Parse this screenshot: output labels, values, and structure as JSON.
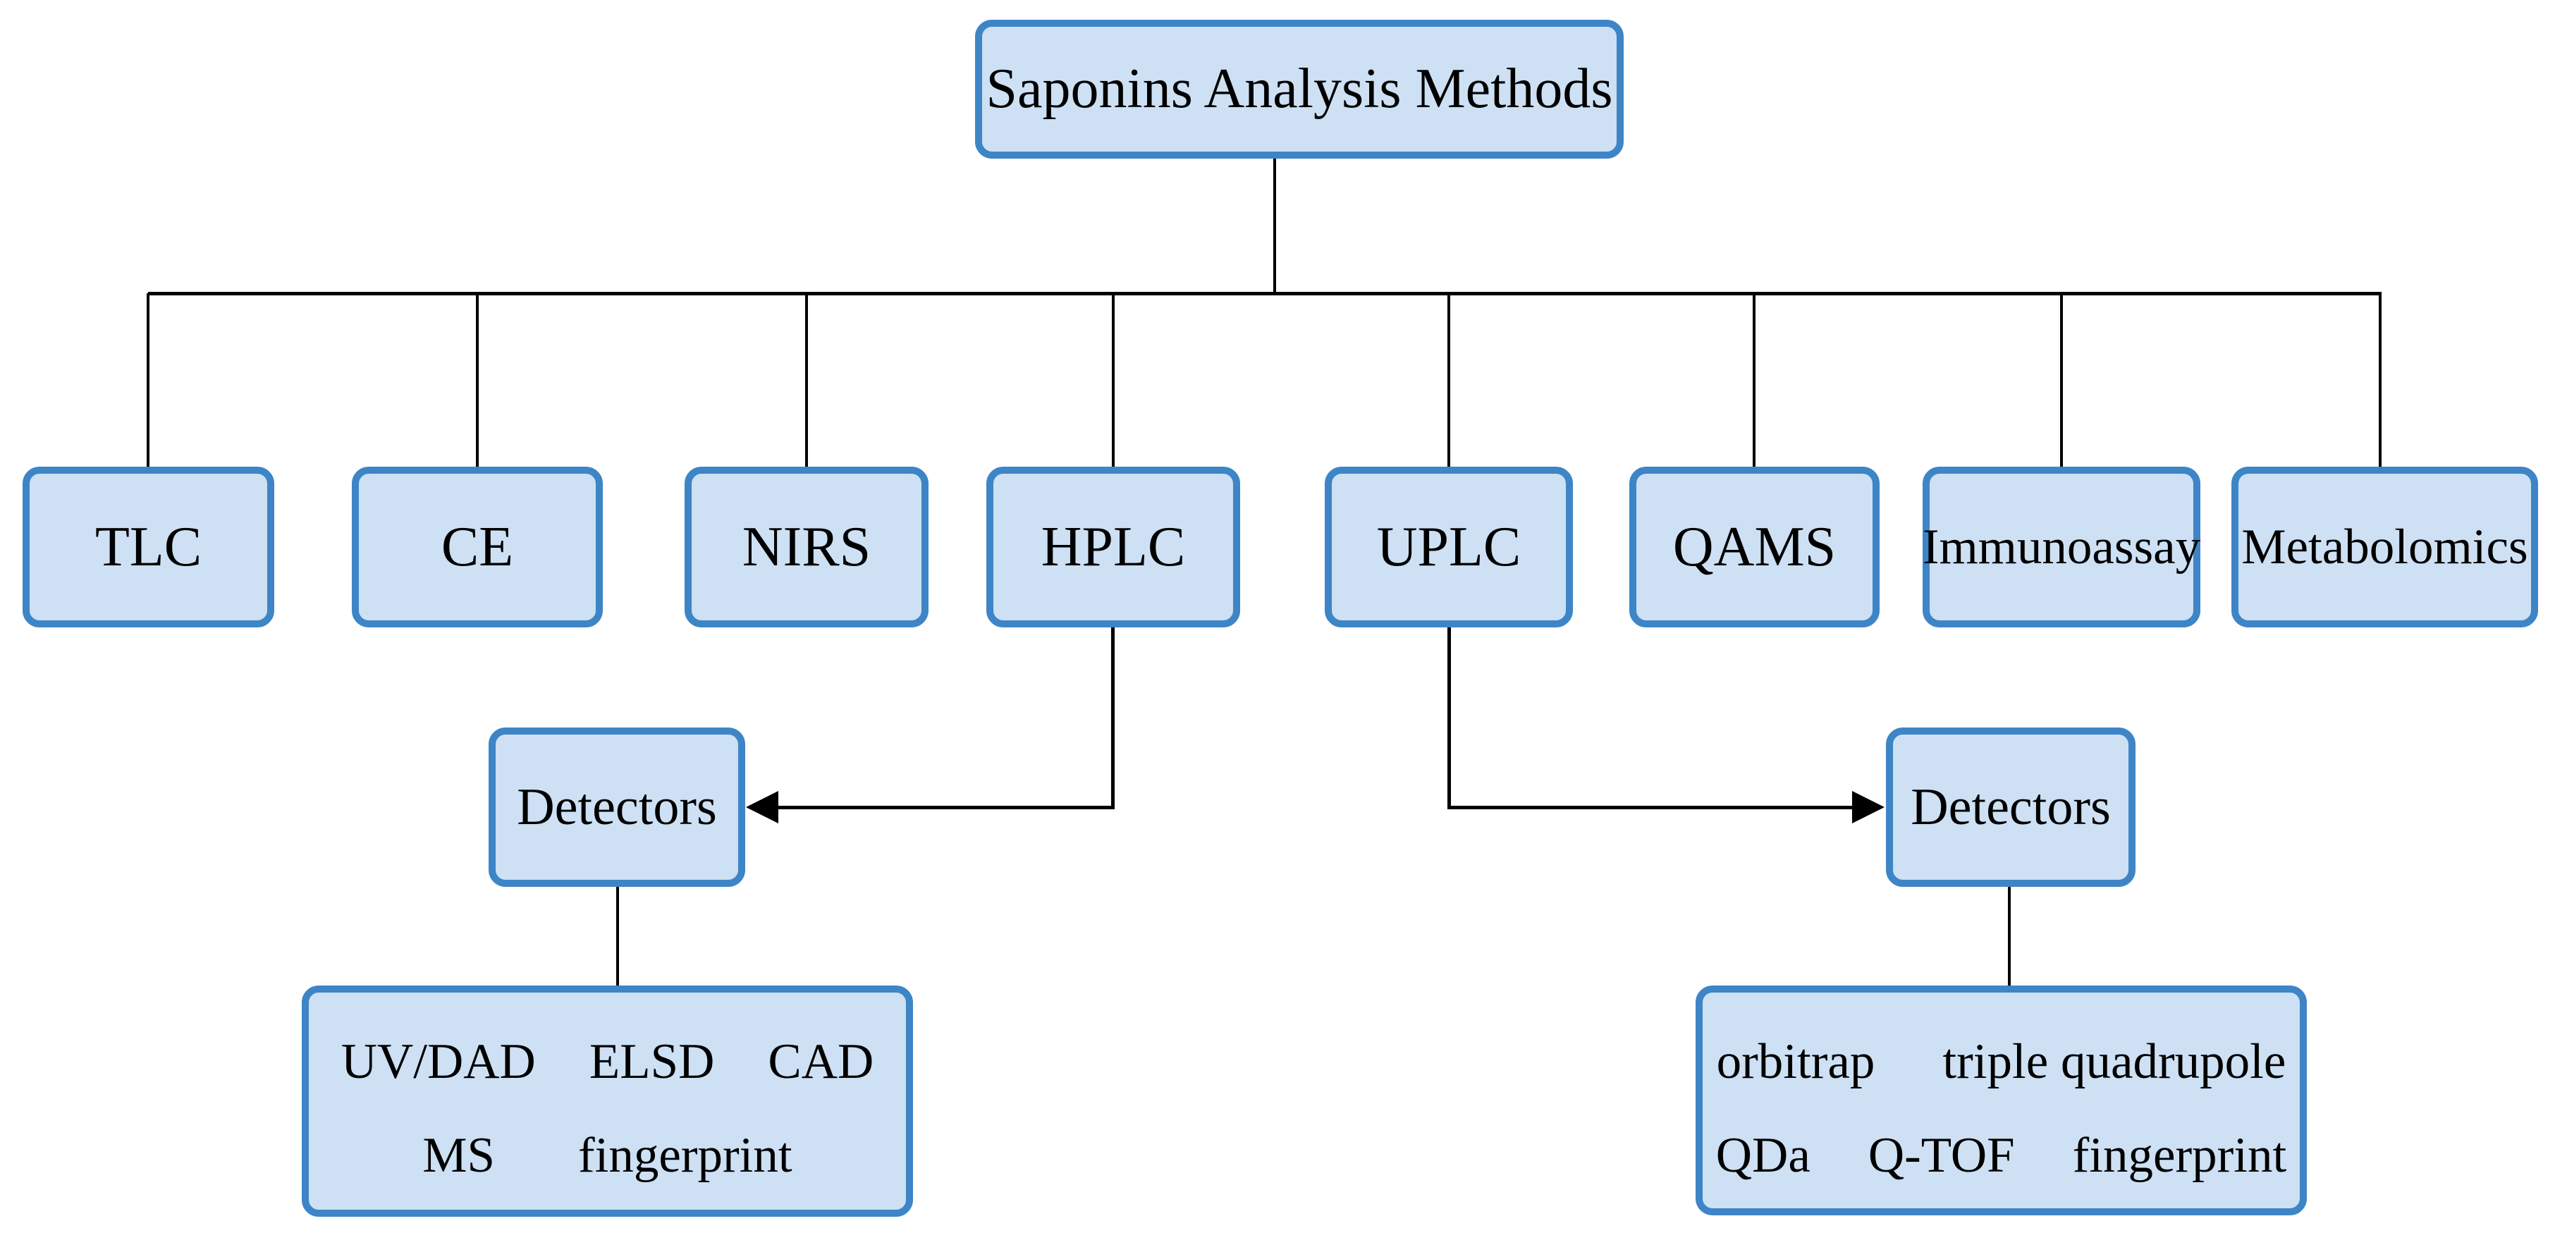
{
  "diagram": {
    "title": "Saponins Analysis Methods",
    "methods": [
      {
        "label": "TLC"
      },
      {
        "label": "CE"
      },
      {
        "label": "NIRS"
      },
      {
        "label": "HPLC"
      },
      {
        "label": "UPLC"
      },
      {
        "label": "QAMS"
      },
      {
        "label": "Immunoassay"
      },
      {
        "label": "Metabolomics"
      }
    ],
    "hplc_branch": {
      "node_label": "Detectors",
      "items_line1": [
        "UV/DAD",
        "ELSD",
        "CAD"
      ],
      "items_line2": [
        "MS",
        "fingerprint"
      ]
    },
    "uplc_branch": {
      "node_label": "Detectors",
      "items_line1": [
        "orbitrap",
        "triple quadrupole"
      ],
      "items_line2": [
        "QDa",
        "Q-TOF",
        "fingerprint"
      ]
    },
    "colors": {
      "box_fill": "#cee0f3",
      "box_border": "#3d85c6",
      "line_color": "#000000",
      "text_color": "#000000",
      "background": "#ffffff"
    }
  }
}
